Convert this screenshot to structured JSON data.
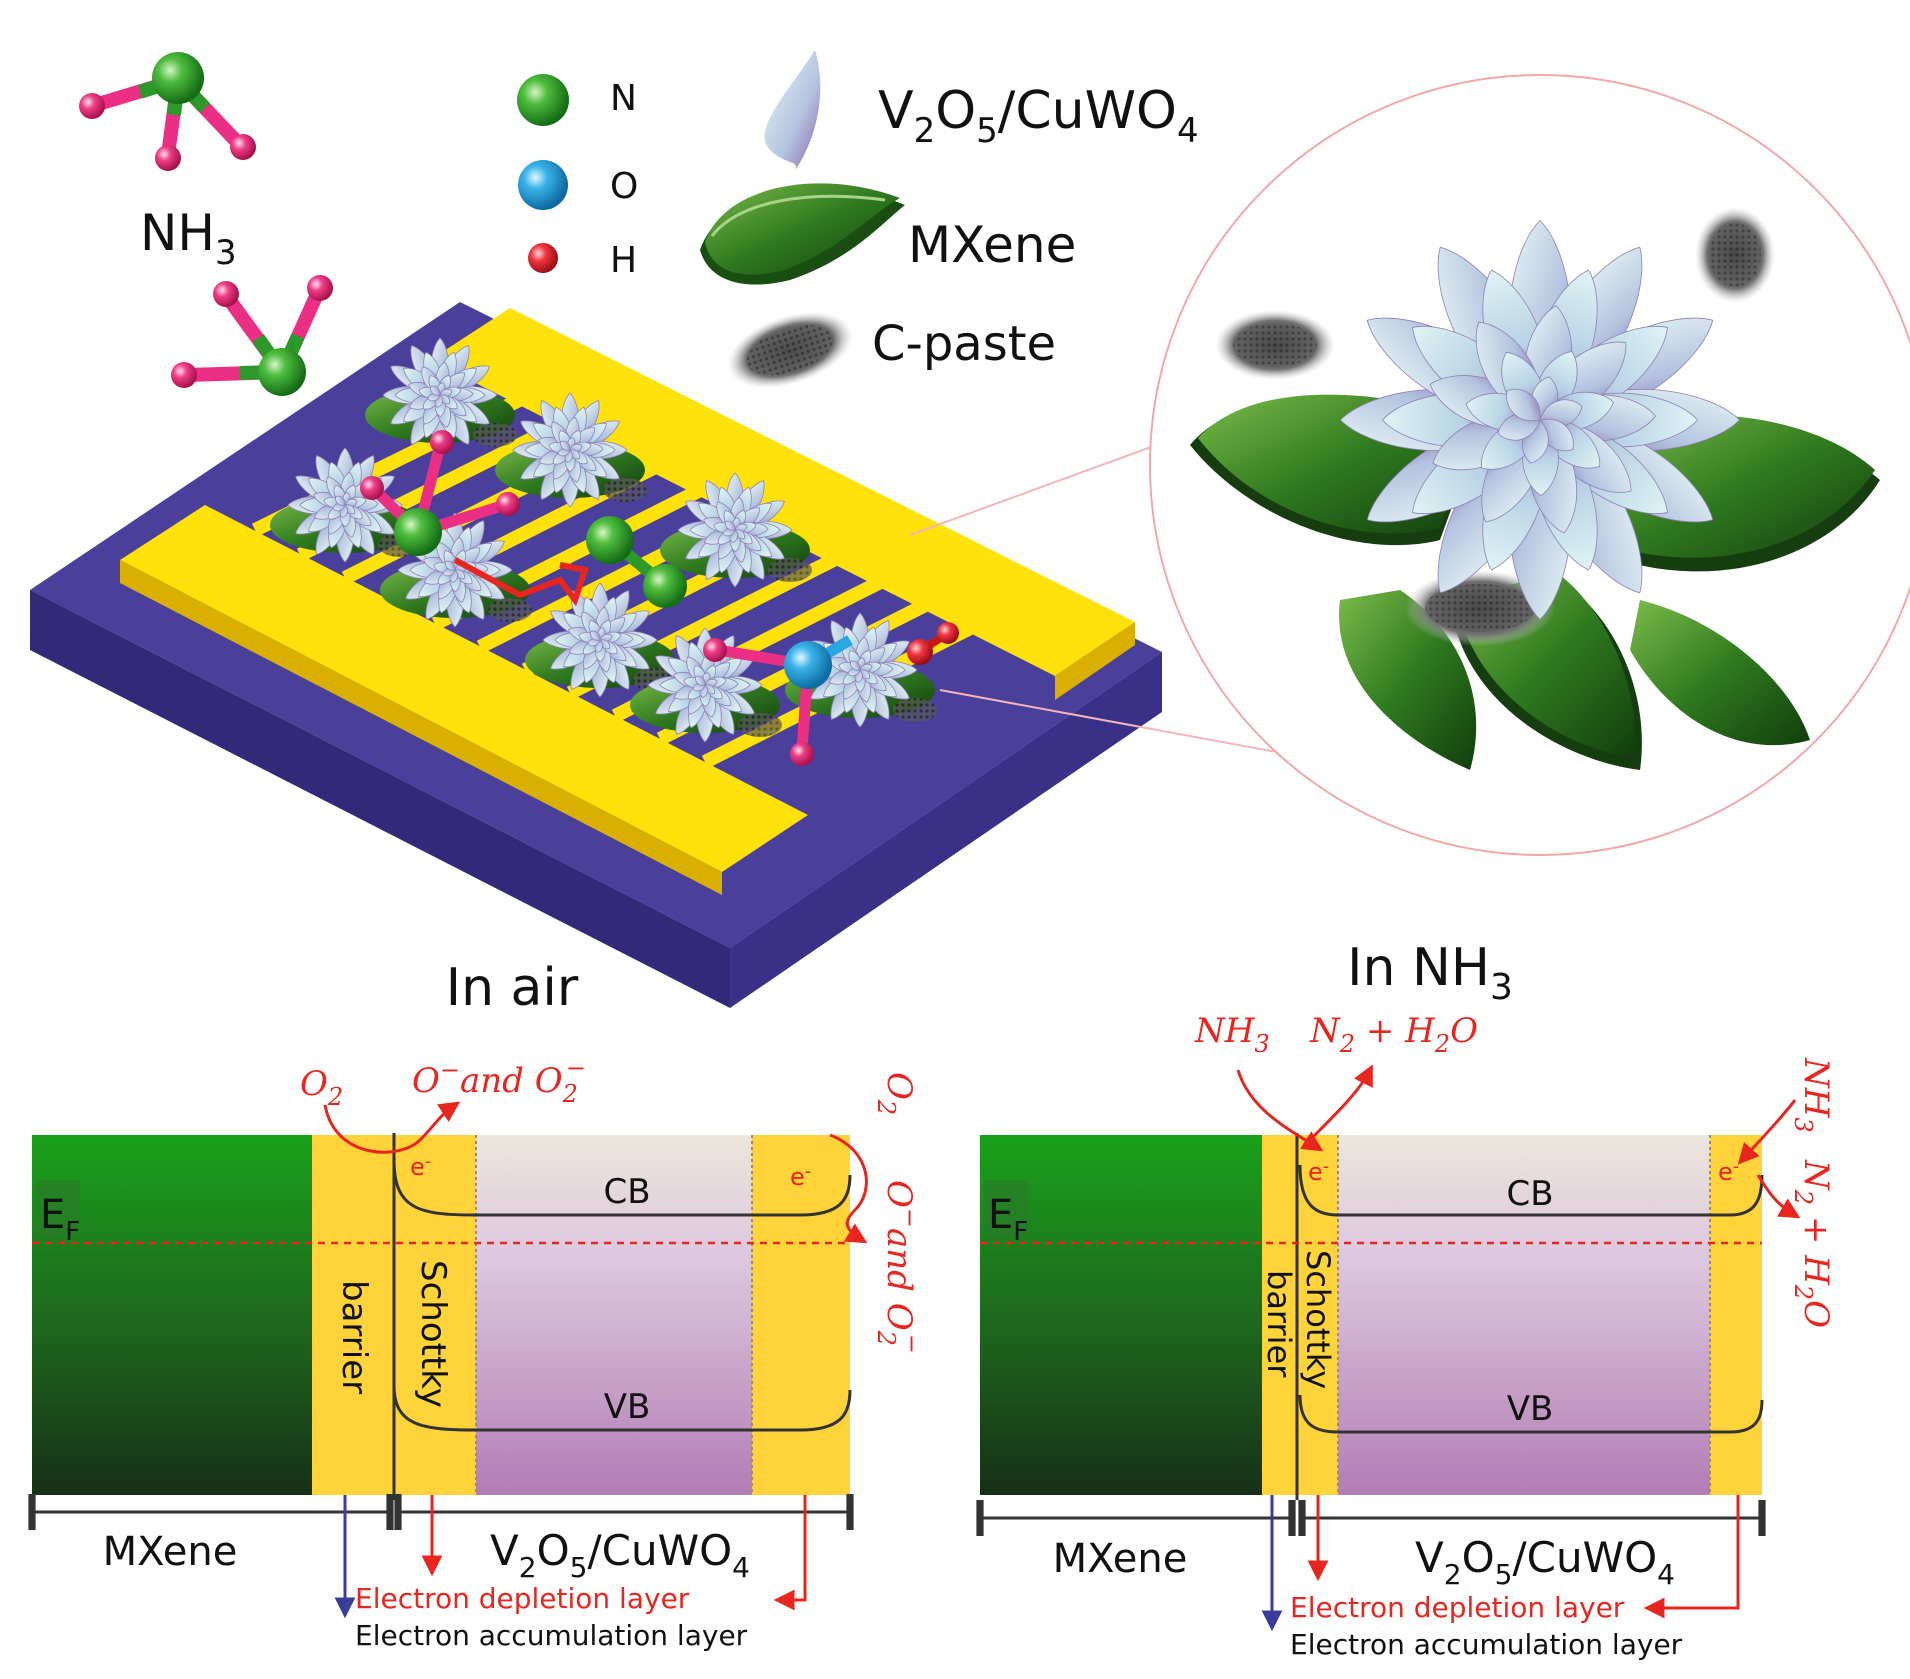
{
  "legend": {
    "nh3_formula": {
      "main": "NH",
      "sub": "3"
    },
    "atoms": [
      {
        "symbol": "N",
        "color": "#2f9a2b"
      },
      {
        "symbol": "O",
        "color": "#2aa7e2"
      },
      {
        "symbol": "H",
        "color": "#e8252e"
      }
    ],
    "materials": {
      "v2o5": {
        "p1": "V",
        "s1": "2",
        "p2": "O",
        "s2": "5",
        "p3": "/CuWO",
        "s3": "4"
      },
      "mxene": "MXene",
      "cpaste": "C-paste"
    }
  },
  "colors": {
    "mxene_green": "#1f8a1f",
    "semiconductor_purple": "#b98fbd",
    "barrier_yellow": "#ffd33a",
    "electrode_yellow": "#ffe20a",
    "substrate": "#4a3f9a",
    "reaction_red": "#e8251f",
    "accumulation_arrow": "#3b3b9a"
  },
  "panel_air": {
    "title": "In air",
    "reactant": {
      "main": "O",
      "sub": "2"
    },
    "product": {
      "a": "O",
      "a_sup": "−",
      "mid": "and O",
      "b_sub": "2",
      "b_sup": "−"
    },
    "right_reactant": {
      "main": "O",
      "sub": "2"
    },
    "right_product": {
      "a": "O",
      "a_sup": "−",
      "mid": "and O",
      "b_sub": "2",
      "b_sup": "−"
    },
    "electron": "e",
    "electron_sup": "-",
    "cb": "CB",
    "vb": "VB",
    "ef": "E",
    "ef_sub": "F",
    "barrier": "barrier",
    "schottky": "Schottky",
    "mxene": "MXene",
    "semiconductor": {
      "p1": "V",
      "s1": "2",
      "p2": "O",
      "s2": "5",
      "p3": "/CuWO",
      "s3": "4"
    },
    "depletion": "Electron depletion layer",
    "accumulation": "Electron accumulation layer"
  },
  "panel_nh3": {
    "title": {
      "main": "In NH",
      "sub": "3"
    },
    "reactant": {
      "main": "NH",
      "sub": "3"
    },
    "product": {
      "a": "N",
      "a_sub": "2",
      "mid": " + H",
      "b_sub": "2",
      "end": "O"
    },
    "right_reactant": {
      "main": "NH",
      "sub": "3"
    },
    "right_product": {
      "a": "N",
      "a_sub": "2",
      "mid": " + H",
      "b_sub": "2",
      "end": "O"
    },
    "electron": "e",
    "electron_sup": "-",
    "cb": "CB",
    "vb": "VB",
    "ef": "E",
    "ef_sub": "F",
    "barrier": "barrier",
    "schottky": "Schottky",
    "mxene": "MXene",
    "semiconductor": {
      "p1": "V",
      "s1": "2",
      "p2": "O",
      "s2": "5",
      "p3": "/CuWO",
      "s3": "4"
    },
    "depletion": "Electron depletion layer",
    "accumulation": "Electron accumulation layer"
  }
}
